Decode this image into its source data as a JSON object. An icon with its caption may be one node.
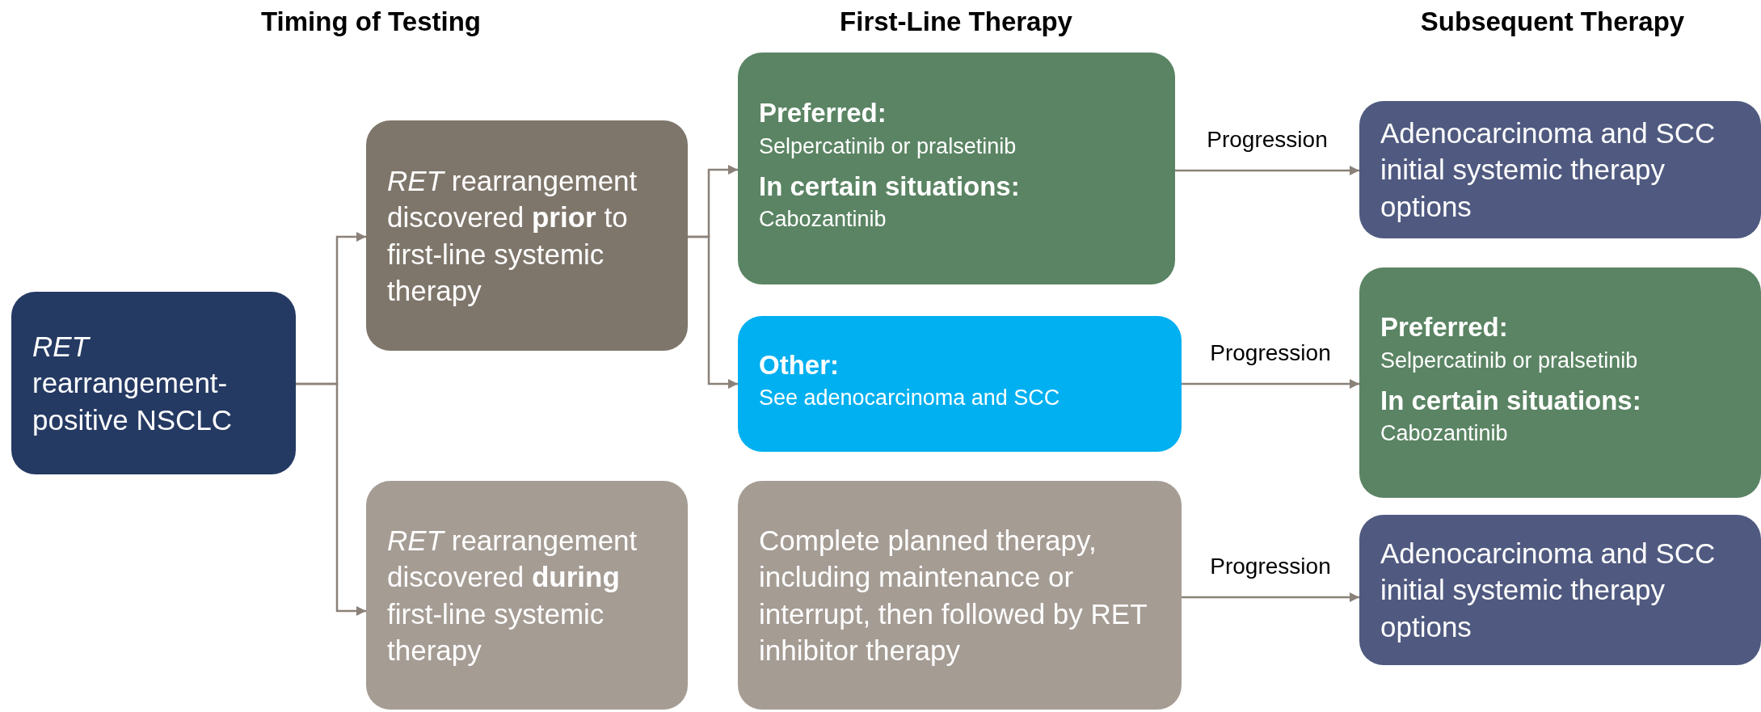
{
  "diagram": {
    "nodes": [
      {
        "text": [
          "*RET* rearrangement-positive NSCLC"
        ]
      },
      {
        "text": [
          "*RET* rearrangement discovered **prior** to first-line systemic therapy"
        ]
      },
      {
        "text": [
          "*RET* rearrangement discovered **during** first-line systemic therapy"
        ]
      },
      {
        "text": [
          "Preferred:",
          "Selpercatinib or pralsetinib",
          "In certain situations:",
          "Cabozantinib"
        ]
      },
      {
        "text": [
          "Other:",
          "See adenocarcinoma and SCC"
        ]
      },
      {
        "text": [
          "Complete planned therapy, including maintenance or interrupt, then followed by RET inhibitor therapy"
        ]
      },
      {
        "text": [
          "Adenocarcinoma and SCC initial systemic therapy options"
        ]
      },
      {
        "text": [
          "Preferred:",
          "Selpercatinib or pralsetinib",
          "In certain situations:",
          "Cabozantinib"
        ]
      },
      {
        "text": [
          "Adenocarcinoma and SCC initial systemic therapy options"
        ]
      }
    ],
    "edges": [
      {
        "from": 0,
        "to": 1,
        "arrow": "to"
      },
      {
        "from": 0,
        "to": 2,
        "arrow": "to"
      },
      {
        "from": 1,
        "to": 3,
        "arrow": "to"
      },
      {
        "from": 1,
        "to": 4,
        "arrow": "to"
      },
      {
        "from": 3,
        "to": 6,
        "arrow": "to",
        "label": "Progression"
      },
      {
        "from": 4,
        "to": 7,
        "arrow": "to",
        "label": "Progression"
      },
      {
        "from": 5,
        "to": 8,
        "arrow": "to",
        "label": "Progression"
      }
    ],
    "labels": [
      "Timing of Testing",
      "First-Line Therapy",
      "Subsequent Therapy"
    ]
  }
}
